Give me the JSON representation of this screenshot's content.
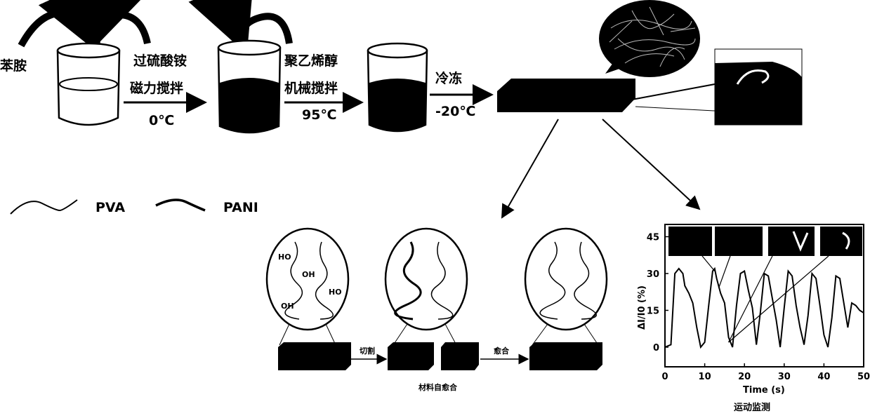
{
  "synthesis": {
    "reagent_aniline": "苯胺",
    "reagent_oxidant": "过硫酸铵",
    "step1_method": "磁力搅拌",
    "step1_temp": "0℃",
    "reagent_pva": "聚乙烯醇",
    "step2_method": "机械搅拌",
    "step2_temp": "95℃",
    "step3_method": "冷冻",
    "step3_temp": "-20℃"
  },
  "legend": {
    "pva": "PVA",
    "pani": "PANI"
  },
  "self_healing": {
    "cut_label": "切割",
    "heal_label": "愈合",
    "caption": "材料自愈合",
    "molecular_labels": [
      "HO",
      "OH",
      "HO",
      "OH"
    ]
  },
  "chart_data": {
    "type": "line",
    "xlabel": "Time (s)",
    "ylabel": "ΔI/I0 (%)",
    "xlim": [
      0,
      50
    ],
    "ylim": [
      -8,
      50
    ],
    "xticks": [
      "0",
      "10",
      "20",
      "30",
      "40",
      "50"
    ],
    "yticks": [
      "0",
      "15",
      "30",
      "45"
    ],
    "series": [
      {
        "x": [
          0,
          1.5,
          2.5,
          3.5,
          4.5,
          5,
          6,
          7,
          8,
          9,
          10,
          11,
          12,
          12.5,
          13,
          14,
          15,
          16,
          17,
          18,
          19,
          20,
          21,
          22,
          23,
          24,
          25,
          26,
          27,
          28,
          29,
          30,
          31,
          32,
          33,
          34,
          35,
          36,
          37,
          38,
          39,
          40,
          41,
          42,
          43,
          44,
          45,
          46,
          47,
          48,
          49,
          50
        ],
        "y": [
          0,
          1,
          30,
          32,
          30,
          25,
          22,
          18,
          8,
          0,
          2,
          17,
          31,
          32,
          28,
          22,
          18,
          4,
          0,
          17,
          30,
          31,
          23,
          16,
          1,
          14,
          30,
          29,
          20,
          11,
          0,
          16,
          31,
          29,
          17,
          8,
          1,
          13,
          30,
          28,
          17,
          5,
          0,
          12,
          29,
          28,
          18,
          8,
          18,
          17,
          15,
          14
        ]
      }
    ],
    "xlabel_caption": "运动监测"
  },
  "colors": {
    "ink": "#000000",
    "paper": "#ffffff"
  }
}
